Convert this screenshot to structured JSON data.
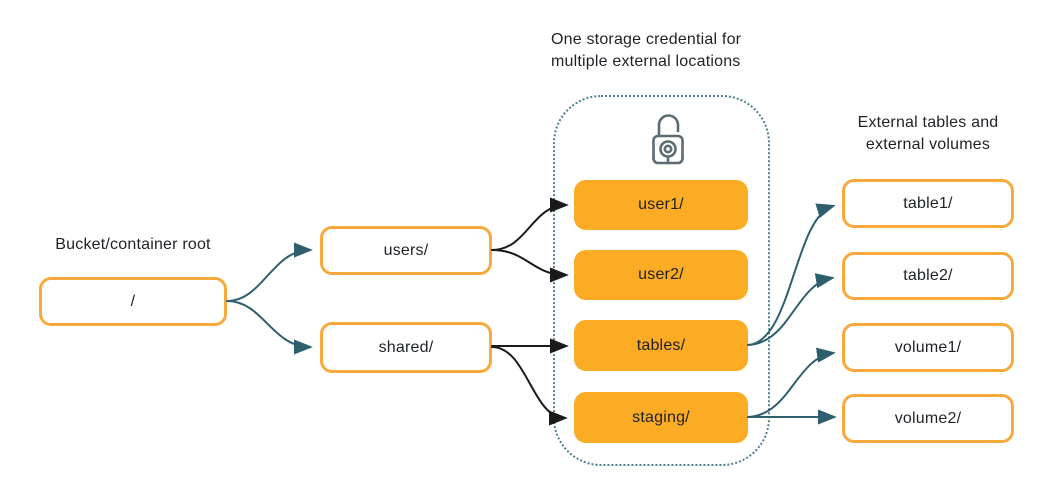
{
  "labels": {
    "bucket_root": "Bucket/container root",
    "credential_group": "One storage credential for multiple external locations",
    "external_group": "External tables and external volumes"
  },
  "nodes": {
    "root": "/",
    "users": "users/",
    "shared": "shared/",
    "user1": "user1/",
    "user2": "user2/",
    "tables": "tables/",
    "staging": "staging/",
    "table1": "table1/",
    "table2": "table2/",
    "volume1": "volume1/",
    "volume2": "volume2/"
  },
  "icons": {
    "lock": "unlocked-padlock-icon"
  },
  "colors": {
    "node_fill_orange": "#FBAB24",
    "node_border_orange": "#F9A83C",
    "arrow_teal": "#2E5F6E",
    "arrow_black": "#1A1A1A",
    "group_border_teal": "#4D8092",
    "lock_gray": "#5C6C75",
    "text": "#1E2226"
  },
  "edges": [
    {
      "from": "/",
      "to": "users/",
      "color": "teal"
    },
    {
      "from": "/",
      "to": "shared/",
      "color": "teal"
    },
    {
      "from": "users/",
      "to": "user1/",
      "color": "black"
    },
    {
      "from": "users/",
      "to": "user2/",
      "color": "black"
    },
    {
      "from": "shared/",
      "to": "tables/",
      "color": "black"
    },
    {
      "from": "shared/",
      "to": "staging/",
      "color": "black"
    },
    {
      "from": "tables/",
      "to": "table1/",
      "color": "teal"
    },
    {
      "from": "tables/",
      "to": "table2/",
      "color": "teal"
    },
    {
      "from": "staging/",
      "to": "volume1/",
      "color": "teal"
    },
    {
      "from": "staging/",
      "to": "volume2/",
      "color": "teal"
    }
  ]
}
